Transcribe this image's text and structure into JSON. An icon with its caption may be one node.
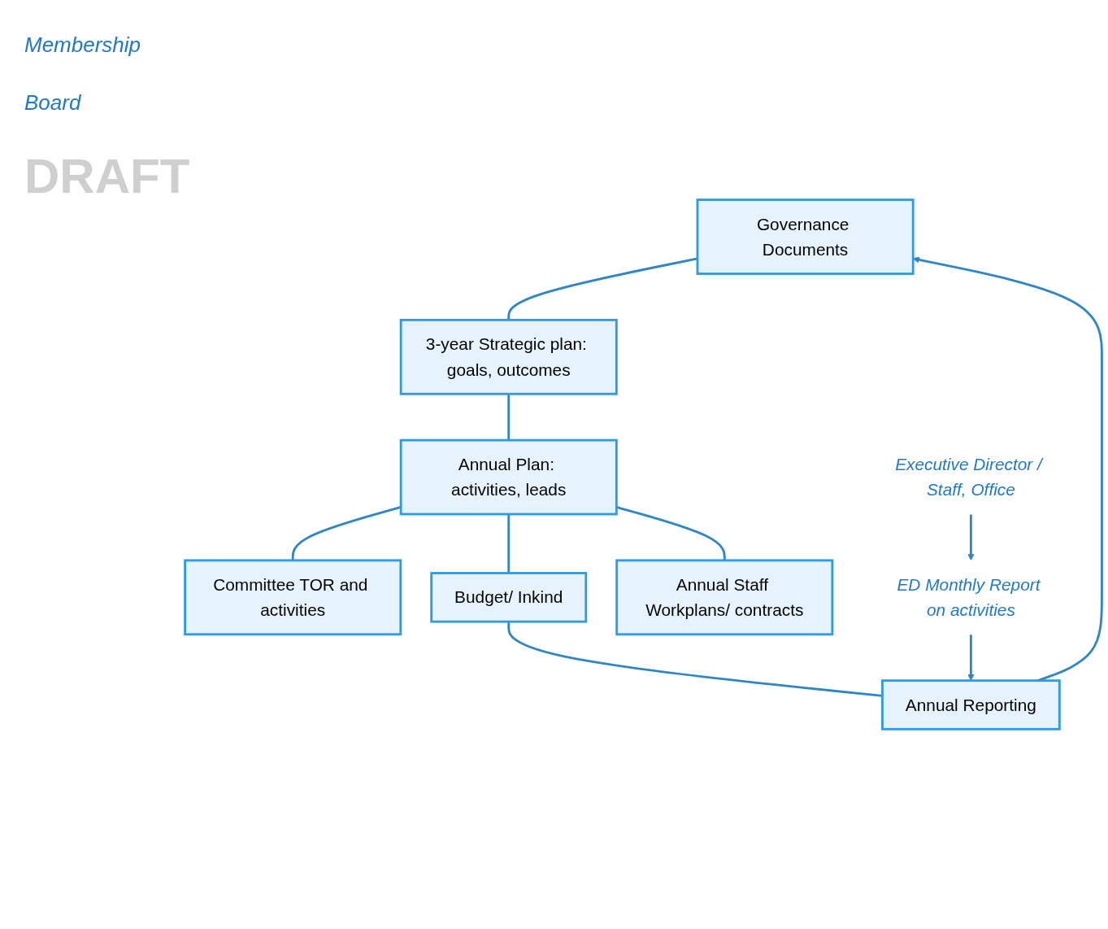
{
  "diagram": {
    "nodes": [
      {
        "text": [
          "Governance Documents"
        ]
      },
      {
        "text": [
          "3-year Strategic plan: goals, outcomes"
        ]
      },
      {
        "text": [
          "Annual Plan: activities, leads"
        ]
      },
      {
        "text": [
          "Committee TOR and activities"
        ]
      },
      {
        "text": [
          "Budget/ Inkind"
        ]
      },
      {
        "text": [
          "Annual Staff Workplans/ contracts"
        ]
      },
      {
        "text": [
          "Annual Reporting"
        ]
      },
      {
        "text": [
          "Executive Director / Staff, Office"
        ]
      },
      {
        "text": [
          "ED Monthly Report on activities"
        ]
      }
    ],
    "edges": [
      {
        "from": 0,
        "to": 1,
        "arrow": "none"
      },
      {
        "from": 1,
        "to": 2,
        "arrow": "none"
      },
      {
        "from": 2,
        "to": 3,
        "arrow": "none"
      },
      {
        "from": 2,
        "to": 4,
        "arrow": "none"
      },
      {
        "from": 2,
        "to": 5,
        "arrow": "none"
      },
      {
        "from": 4,
        "to": 6,
        "arrow": "none"
      },
      {
        "from": 7,
        "to": 8,
        "arrow": "to"
      },
      {
        "from": 8,
        "to": 6,
        "arrow": "to"
      },
      {
        "from": 6,
        "to": 0,
        "arrow": "to"
      }
    ],
    "labels": [
      "Membership",
      "Board",
      "DRAFT"
    ]
  }
}
